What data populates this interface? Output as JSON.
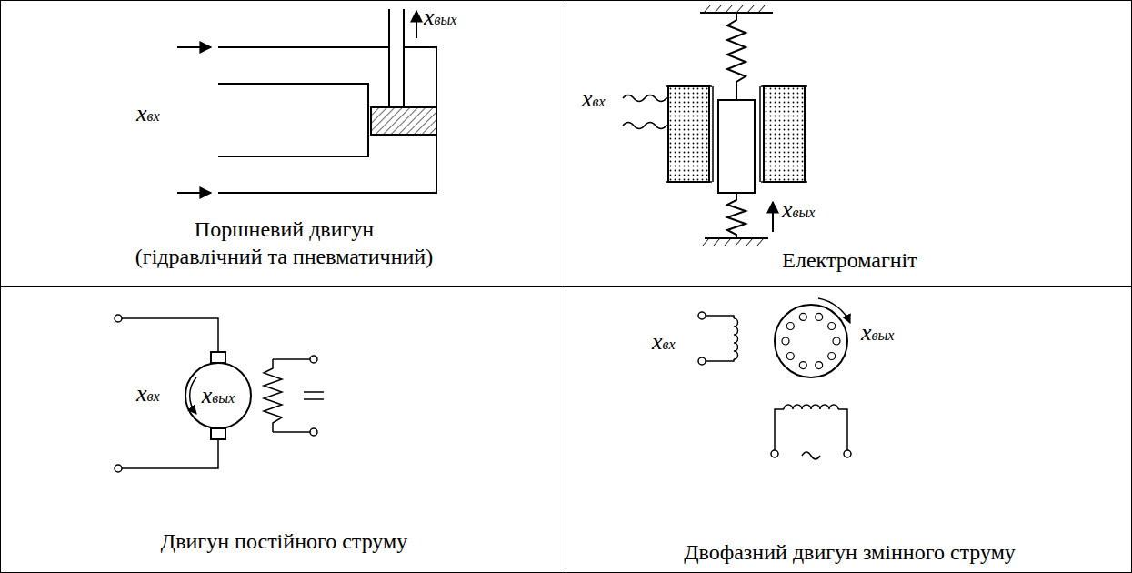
{
  "diagram": {
    "nodes": [
      {
        "text": [
          "Поршневий двигун (гідравлічний та пневматичний)"
        ]
      },
      {
        "text": [
          "Електромагніт"
        ]
      },
      {
        "text": [
          "Двигун постійного струму"
        ]
      },
      {
        "text": [
          "Двофазний двигун змінного струму"
        ]
      }
    ],
    "labels": [
      "xвх",
      "xвых",
      "xвх",
      "xвых",
      "xвх",
      "xвых",
      "xвх",
      "xвых"
    ]
  }
}
